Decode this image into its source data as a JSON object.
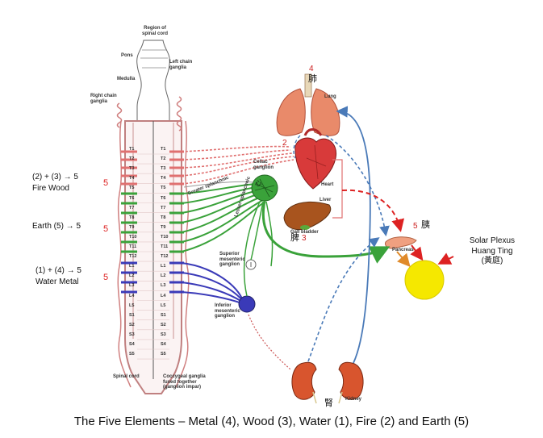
{
  "labels": {
    "region_spinal_cord": "Region of spinal cord",
    "pons": "Pons",
    "medulla": "Medulla",
    "left_chain": "Left chain ganglia",
    "right_chain": "Right chain ganglia",
    "celiac": "Celiac ganglion",
    "greater_splanchnic": "Greater splanchnic",
    "lesser_splanchnic": "Lesser splanchnic",
    "superior_mesenteric": "Superior mesenteric ganglion",
    "inferior_mesenteric": "Inferior mesenteric ganglion",
    "spinal_cord": "Spinal cord",
    "coccygeal": "Coccygeal ganglia fused together (ganglion impar)",
    "lung": "Lung",
    "heart": "Heart",
    "liver": "Liver",
    "gall_bladder": "Gall bladder",
    "pancreas": "Pancreas",
    "kidney": "Kidney"
  },
  "left_notes": {
    "fire_wood_line1": "(2) + (3) → 5",
    "fire_wood_line2": "Fire Wood",
    "earth": "Earth (5) → 5",
    "water_metal_line1": "(1) + (4) → 5",
    "water_metal_line2": "Water Metal",
    "five_a": "5",
    "five_b": "5",
    "five_c": "5"
  },
  "organs": {
    "lung_num": "4",
    "lung_cjk": "肺",
    "heart_num": "2",
    "liver_cjk": "脾",
    "liver_num": "3",
    "pancreas_num": "5",
    "pancreas_cjk": "胰",
    "celiac_cjk": "心",
    "kidney_cjk": "腎"
  },
  "solar_plexus": {
    "line1": "Solar Plexus",
    "line2": "Huang Ting",
    "line3": "(黃庭)"
  },
  "vertebrae": [
    "T1",
    "T2",
    "T3",
    "T4",
    "T5",
    "T6",
    "T7",
    "T8",
    "T9",
    "T10",
    "T11",
    "T12",
    "L1",
    "L2",
    "L3",
    "L4",
    "L5",
    "S1",
    "S2",
    "S3",
    "S4",
    "S5"
  ],
  "caption": "The Five Elements – Metal (4), Wood (3), Water (1), Fire (2) and Earth (5)",
  "colors": {
    "fire": "#e07070",
    "earth": "#3aa23a",
    "water": "#3a3ab8",
    "cord_outline": "#d08080",
    "blue_arrow": "#4a7ab8",
    "solar": "#f5e800"
  }
}
